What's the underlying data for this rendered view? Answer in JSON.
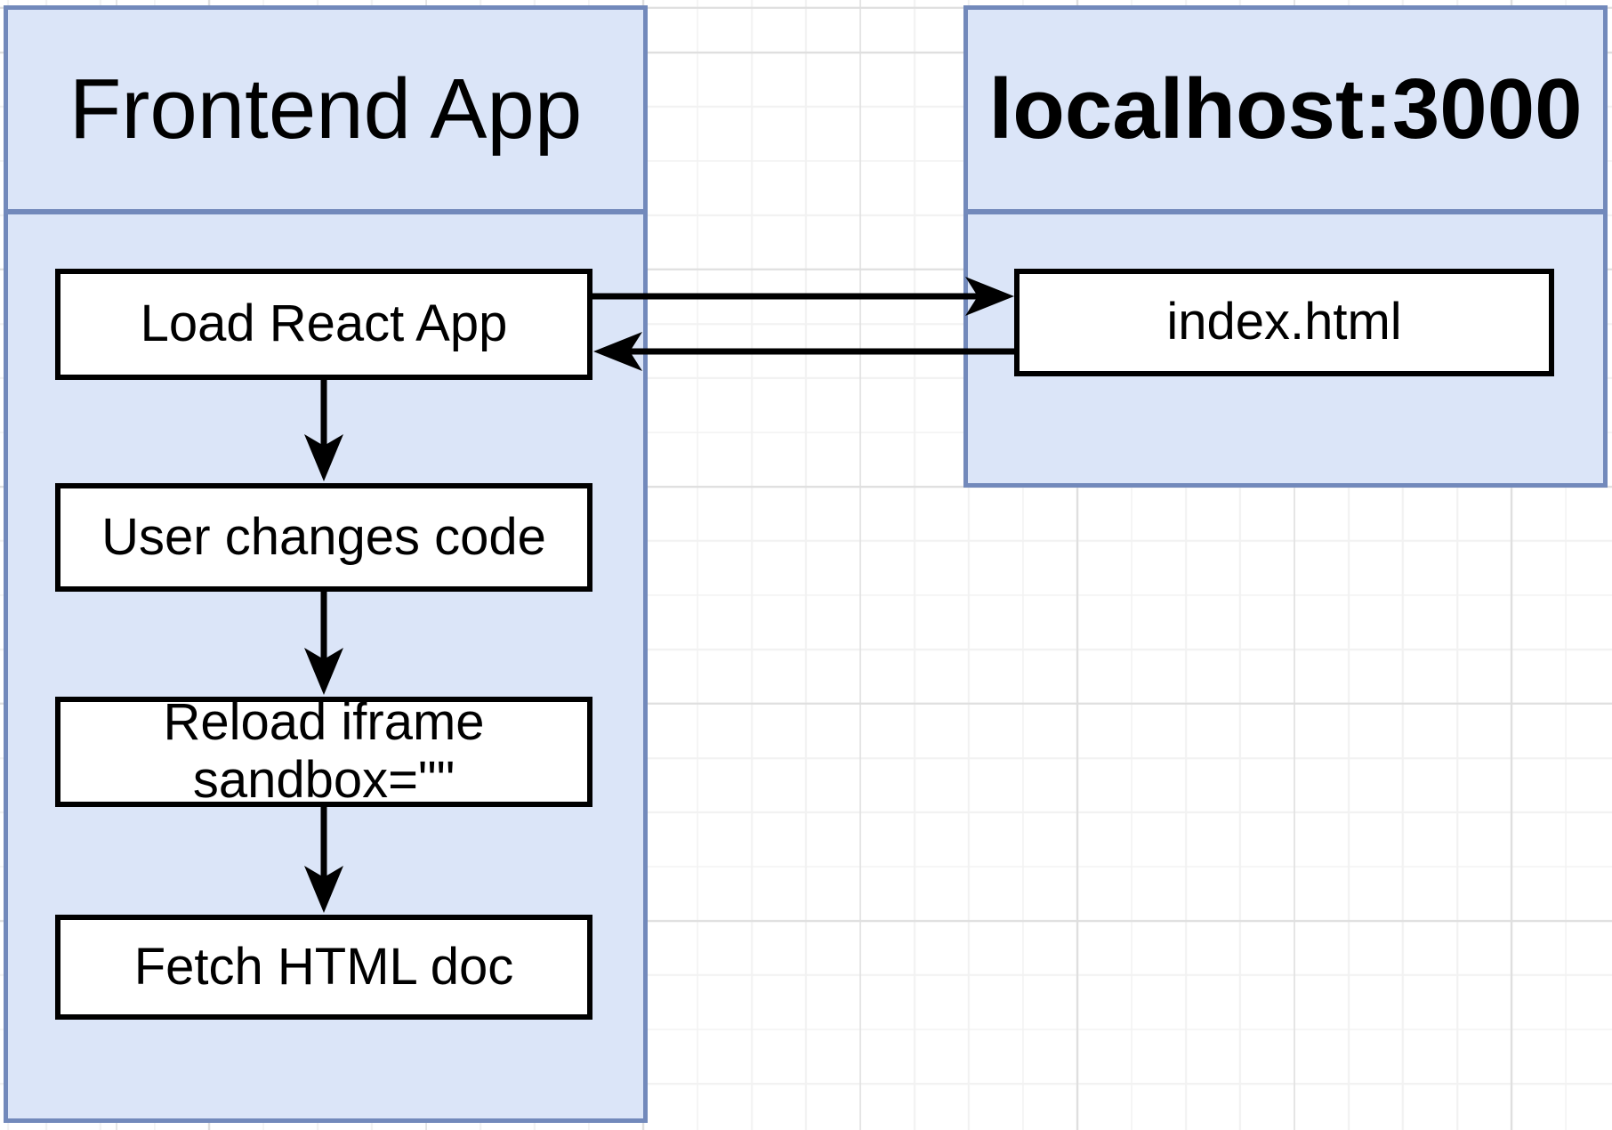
{
  "diagram": {
    "containers": {
      "frontend": {
        "title": "Frontend App"
      },
      "localhost": {
        "title": "localhost:3000"
      }
    },
    "nodes": {
      "load_react": {
        "label": "Load React App"
      },
      "index_html": {
        "label": "index.html"
      },
      "user_changes": {
        "label": "User changes code"
      },
      "reload_iframe": {
        "label": "Reload iframe\nsandbox=\"\""
      },
      "fetch_html": {
        "label": "Fetch HTML doc"
      }
    },
    "edges": [
      {
        "from": "load_react",
        "to": "index_html",
        "direction": "right"
      },
      {
        "from": "index_html",
        "to": "load_react",
        "direction": "left"
      },
      {
        "from": "load_react",
        "to": "user_changes",
        "direction": "down"
      },
      {
        "from": "user_changes",
        "to": "reload_iframe",
        "direction": "down"
      },
      {
        "from": "reload_iframe",
        "to": "fetch_html",
        "direction": "down"
      }
    ]
  },
  "colors": {
    "container_fill": "#dbe5f8",
    "container_stroke": "#7289bb",
    "node_fill": "#ffffff",
    "node_stroke": "#000000",
    "arrow": "#000000",
    "grid_minor": "#f2f2f2",
    "grid_major": "#dfdfdf",
    "canvas": "#ffffff"
  }
}
